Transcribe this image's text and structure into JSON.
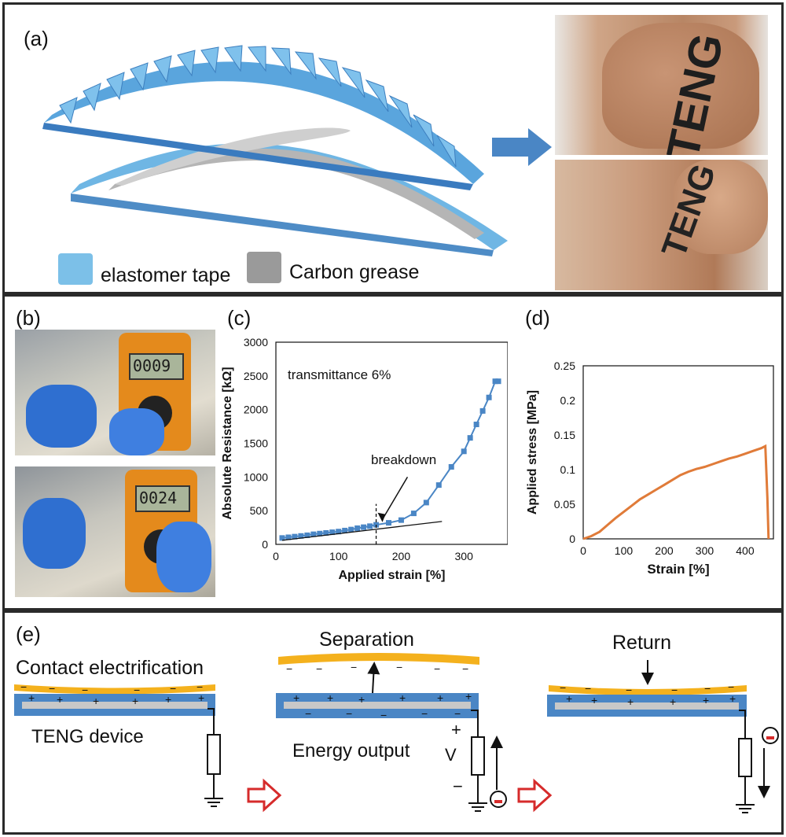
{
  "panel_a": {
    "label": "(a)",
    "legend": [
      {
        "label": "elastomer tape",
        "color": "#7cc0e8"
      },
      {
        "label": "Carbon grease",
        "color": "#9a9a9a"
      }
    ],
    "photo_top_text": "TENG",
    "photo_bottom_text": "TENG",
    "arrow_color": "#4a86c5"
  },
  "panel_b": {
    "label": "(b)",
    "meter_top": "0009",
    "meter_bottom": "0024"
  },
  "panel_c": {
    "label": "(c)",
    "annotation": "transmittance 6%",
    "breakdown": "breakdown"
  },
  "panel_d": {
    "label": "(d)"
  },
  "panel_e": {
    "label": "(e)",
    "contact": "Contact electrification",
    "device": "TENG device",
    "separation": "Separation",
    "energy": "Energy output",
    "v": "V",
    "plus": "+",
    "minus": "−",
    "return_label": "Return"
  },
  "chart_data": [
    {
      "type": "line",
      "xlabel": "Applied strain [%]",
      "ylabel": "Absolute Resistance [kΩ]",
      "xlim": [
        0,
        370
      ],
      "ylim": [
        0,
        3000
      ],
      "xticks": [
        0,
        100,
        200,
        300
      ],
      "yticks": [
        0,
        500,
        1000,
        1500,
        2000,
        2500,
        3000
      ],
      "color": "#4a86c5",
      "x": [
        10,
        20,
        30,
        40,
        50,
        60,
        70,
        80,
        90,
        100,
        110,
        120,
        130,
        140,
        150,
        160,
        180,
        200,
        220,
        240,
        260,
        280,
        300,
        310,
        320,
        330,
        340,
        350,
        355
      ],
      "y": [
        95,
        105,
        115,
        125,
        135,
        150,
        160,
        170,
        180,
        190,
        205,
        220,
        240,
        255,
        270,
        290,
        320,
        360,
        460,
        620,
        880,
        1150,
        1380,
        1580,
        1780,
        1980,
        2180,
        2420,
        2420
      ],
      "tangent": {
        "x": [
          10,
          265
        ],
        "y": [
          60,
          340
        ]
      },
      "breakdown_x": 160
    },
    {
      "type": "line",
      "xlabel": "Strain  [%]",
      "ylabel": "Applied stress [MPa]",
      "xlim": [
        0,
        470
      ],
      "ylim": [
        0,
        0.25
      ],
      "xticks": [
        0,
        100,
        200,
        300,
        400
      ],
      "yticks": [
        "0",
        "0.05",
        "0.1",
        "0.15",
        "0.2",
        "0.25"
      ],
      "color": "#e07b39",
      "x": [
        0,
        20,
        40,
        60,
        80,
        100,
        120,
        140,
        160,
        180,
        200,
        220,
        240,
        260,
        280,
        300,
        320,
        340,
        360,
        380,
        400,
        420,
        440,
        450,
        455,
        458
      ],
      "y": [
        0,
        0.004,
        0.01,
        0.02,
        0.03,
        0.039,
        0.048,
        0.057,
        0.064,
        0.071,
        0.078,
        0.085,
        0.092,
        0.097,
        0.101,
        0.104,
        0.108,
        0.112,
        0.116,
        0.119,
        0.123,
        0.127,
        0.131,
        0.134,
        0.06,
        0.0
      ]
    }
  ]
}
